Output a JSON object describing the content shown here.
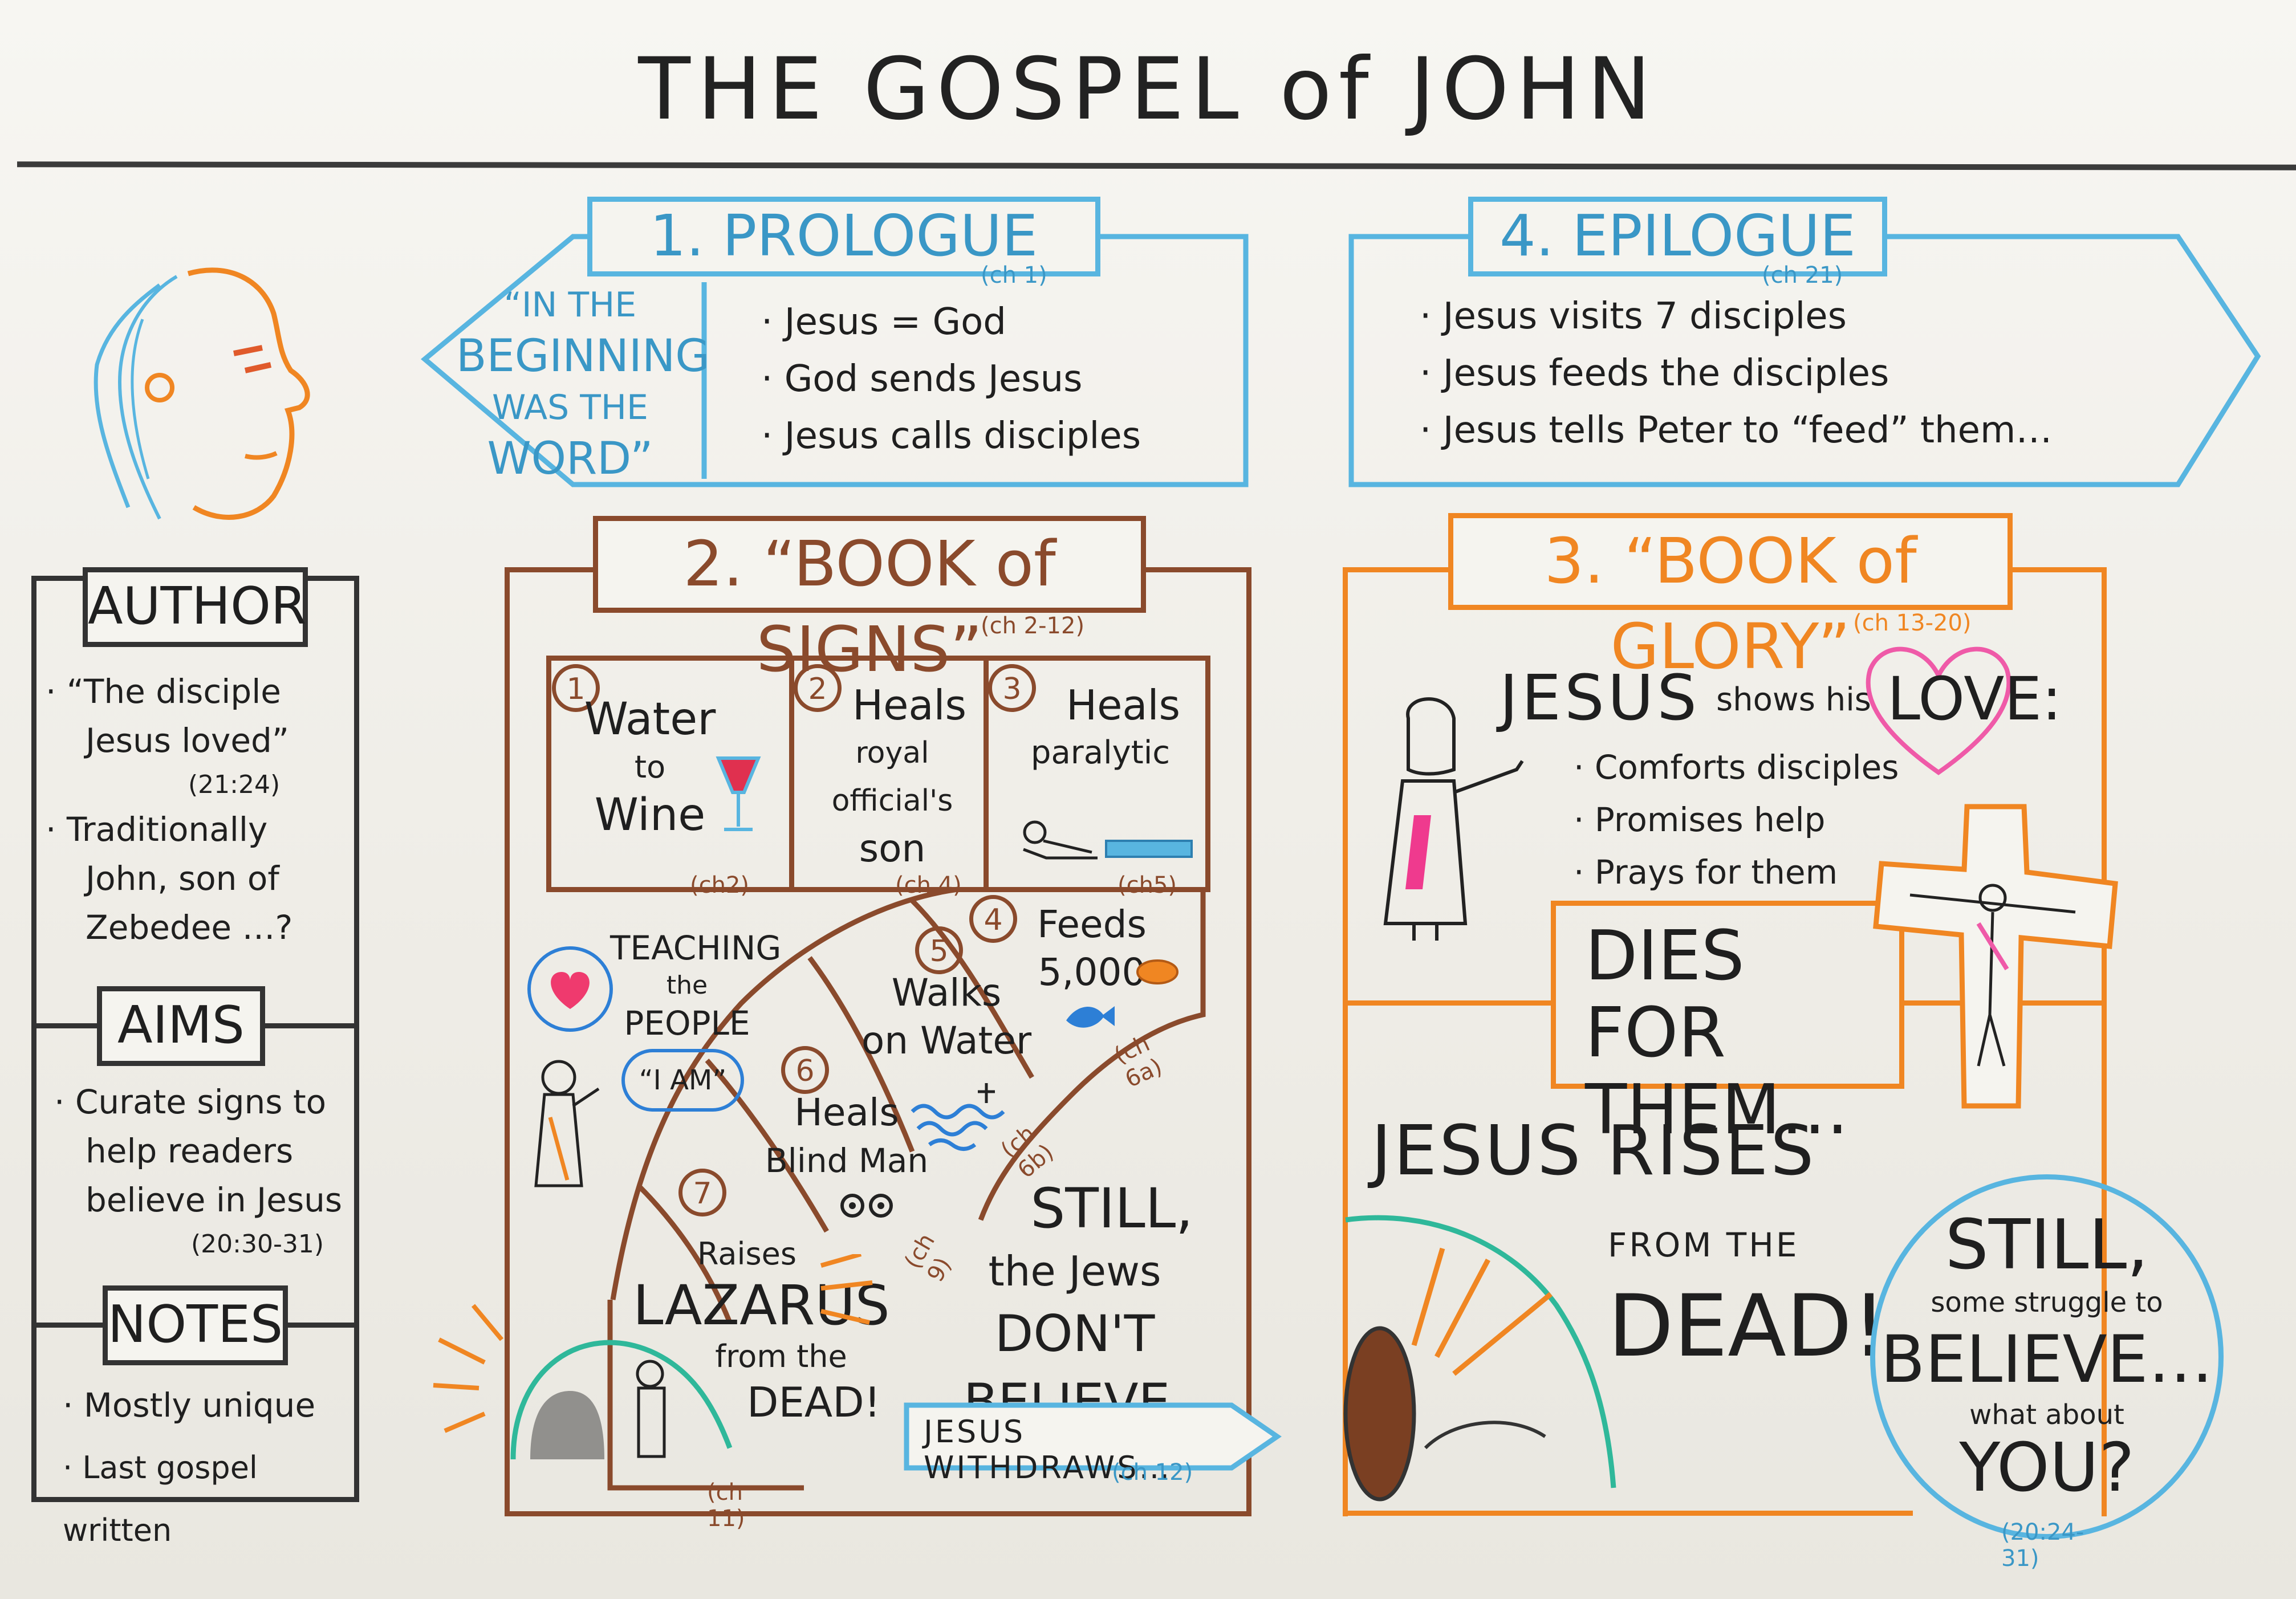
{
  "title": "THE GOSPEL of JOHN",
  "prologue": {
    "heading": "1. PROLOGUE",
    "ref": "(ch 1)",
    "quote": [
      "“IN THE",
      "BEGINNING",
      "WAS THE",
      "WORD”"
    ],
    "points": [
      "· Jesus = God",
      "· God sends Jesus",
      "· Jesus calls disciples"
    ]
  },
  "epilogue": {
    "heading": "4. EPILOGUE",
    "ref": "(ch 21)",
    "points": [
      "· Jesus visits 7 disciples",
      "· Jesus feeds the disciples",
      "· Jesus tells Peter to “feed” them…"
    ]
  },
  "author": {
    "heading": "AUTHOR",
    "points": [
      "· “The disciple",
      "Jesus loved”",
      "(21:24)",
      "· Traditionally",
      "John, son of",
      "Zebedee …?"
    ]
  },
  "aims": {
    "heading": "AIMS",
    "points": [
      "· Curate signs to",
      "help readers",
      "believe in Jesus",
      "(20:30-31)"
    ]
  },
  "notes": {
    "heading": "NOTES",
    "points": [
      "· Mostly unique",
      "· Last gospel written"
    ]
  },
  "signs": {
    "heading": "2. “BOOK of SIGNS”",
    "ref": "(ch 2-12)",
    "cells": [
      {
        "num": "1",
        "text": [
          "Water",
          "to",
          "Wine"
        ],
        "ref": "(ch2)"
      },
      {
        "num": "2",
        "text": [
          "Heals",
          "royal official's",
          "son"
        ],
        "ref": "(ch 4)"
      },
      {
        "num": "3",
        "text": [
          "Heals",
          "paralytic"
        ],
        "ref": "(ch5)"
      }
    ],
    "feeds": {
      "num": "4",
      "text": [
        "Feeds",
        "5,000"
      ],
      "ref": "(ch 6a)"
    },
    "walks": {
      "num": "5",
      "text": [
        "Walks",
        "on Water"
      ],
      "ref": "(ch 6b)"
    },
    "blind": {
      "num": "6",
      "text": [
        "Heals",
        "Blind Man"
      ],
      "ref": "(ch 9)"
    },
    "lazarus": {
      "num": "7",
      "text": [
        "Raises",
        "LAZARUS",
        "from the",
        "DEAD!"
      ],
      "ref": "(ch 11)"
    },
    "teaching": [
      "TEACHING",
      "the",
      "PEOPLE"
    ],
    "iam": "“I AM”",
    "still": [
      "STILL,",
      "the Jews",
      "DON'T BELIEVE."
    ],
    "withdraws": "JESUS WITHDRAWS…",
    "withdraws_ref": "(ch 12)"
  },
  "glory": {
    "heading": "3. “BOOK of GLORY”",
    "ref": "(ch 13-20)",
    "jesus": "JESUS",
    "shows": "shows his",
    "love": "LOVE:",
    "points": [
      "· Comforts disciples",
      "· Promises help",
      "· Prays for them"
    ],
    "dies": [
      "DIES FOR",
      "THEM…"
    ],
    "rises": "JESUS RISES",
    "from": "FROM THE",
    "dead": "DEAD!",
    "still": [
      "STILL,",
      "some struggle to",
      "BELIEVE…",
      "what about",
      "YOU?"
    ],
    "still_ref": "(20:24-31)"
  },
  "colors": {
    "blue": "#58b5e0",
    "brown": "#8a4a2c",
    "orange": "#f08622",
    "ink": "#222222",
    "teal": "#2fb89a",
    "pink": "#ef5aa8"
  },
  "icons": [
    "john-portrait-icon",
    "wine-glass-icon",
    "paralytic-on-mat-icon",
    "bread-icon",
    "fish-icon",
    "water-waves-icon",
    "eyes-icon",
    "heart-speech-icon",
    "jesus-teaching-icon",
    "tomb-icon",
    "mummy-lazarus-icon",
    "jesus-figure-icon",
    "heart-icon",
    "crucifix-icon",
    "empty-tomb-icon"
  ]
}
